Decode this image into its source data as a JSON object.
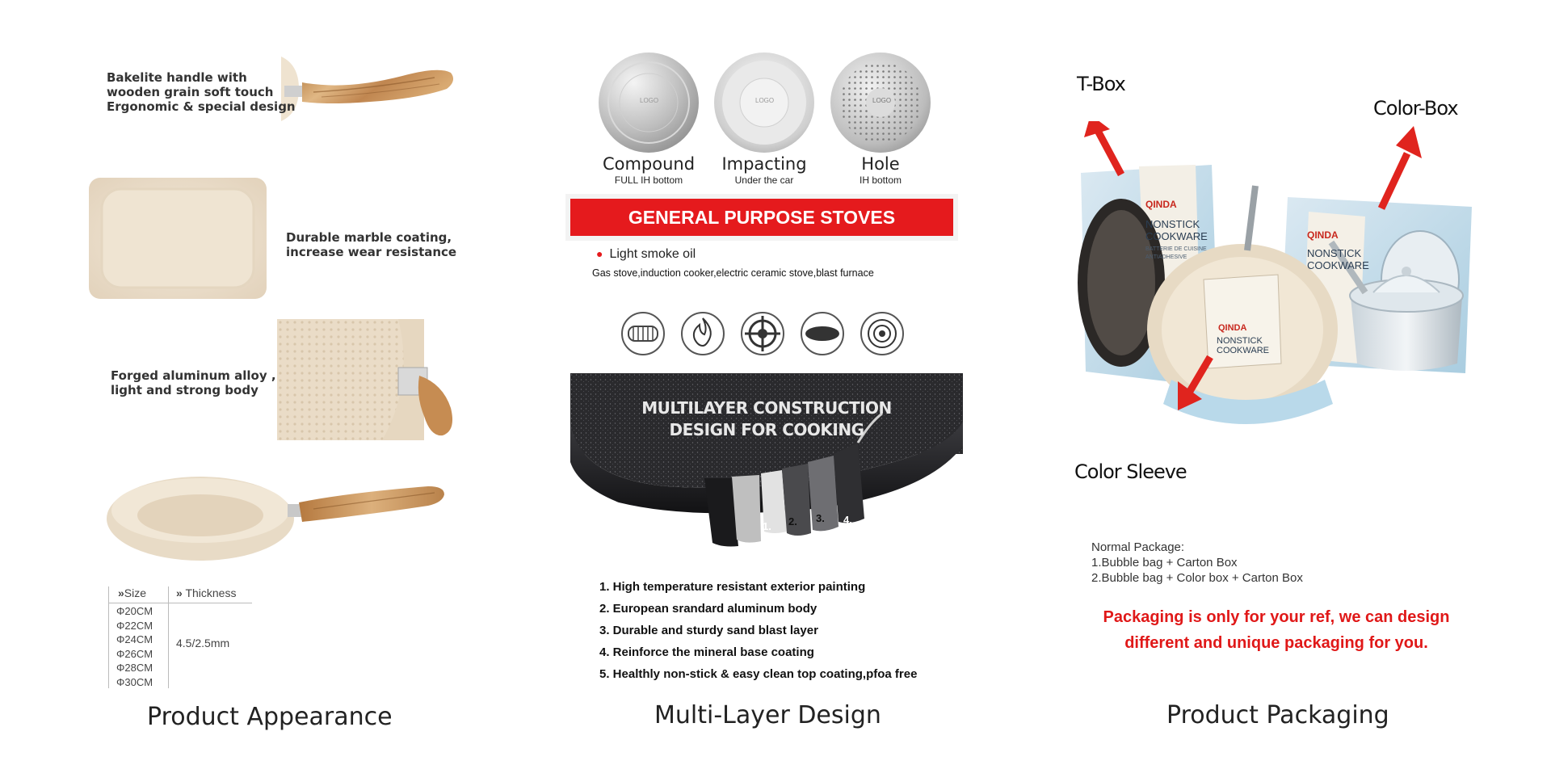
{
  "panels": {
    "appearance": {
      "caption": "Product Appearance",
      "feature_handle": [
        "Bakelite handle with",
        "wooden grain soft touch",
        "Ergonomic & special design"
      ],
      "feature_coating": [
        "Durable marble coating,",
        "increase wear resistance"
      ],
      "feature_body": [
        "Forged aluminum alloy ,",
        "light and strong body"
      ],
      "size_table": {
        "size_header": "Size",
        "thickness_header": "Thickness",
        "sizes": [
          "Φ20CM",
          "Φ22CM",
          "Φ24CM",
          "Φ26CM",
          "Φ28CM",
          "Φ30CM"
        ],
        "thickness": "4.5/2.5mm"
      }
    },
    "multilayer": {
      "caption": "Multi-Layer Design",
      "bottoms": [
        {
          "title": "Compound",
          "sub": "FULL IH bottom",
          "logo": "LOGO"
        },
        {
          "title": "Impacting",
          "sub": "Under the car",
          "logo": "LOGO"
        },
        {
          "title": "Hole",
          "sub": "IH bottom",
          "logo": "LOGO"
        }
      ],
      "banner": "GENERAL PURPOSE STOVES",
      "bullet": "Light smoke oil",
      "stoves": "Gas stove,induction cooker,electric ceramic stove,blast furnace",
      "stove_icons": [
        "induction-coil-icon",
        "gas-flame-icon",
        "gas-burner-icon",
        "electric-plate-icon",
        "ceramic-hob-icon"
      ],
      "construction_title": [
        "MULTILAYER CONSTRUCTION",
        "DESIGN FOR COOKING"
      ],
      "layer_numbers": [
        "1.",
        "2.",
        "3.",
        "4.",
        "5."
      ],
      "layers": [
        "1. High temperature resistant exterior painting",
        "2. European srandard aluminum body",
        "3. Durable and sturdy sand blast layer",
        "4. Reinforce the mineral base coating",
        "5. Healthly non-stick & easy clean top coating,pfoa free"
      ]
    },
    "packaging": {
      "caption": "Product Packaging",
      "labels": {
        "tbox": "T-Box",
        "colorbox": "Color-Box",
        "sleeve": "Color Sleeve"
      },
      "box_brand": "QINDA",
      "box_text": [
        "NONSTICK",
        "COOKWARE"
      ],
      "box_small": [
        "BATTERIE DE CUISINE",
        "ANTIADHESIVE"
      ],
      "normal_package": [
        "Normal Package:",
        "1.Bubble bag + Carton Box",
        "2.Bubble bag + Color box + Carton Box"
      ],
      "red_note": [
        "Packaging is only for your ref, we can design",
        "different and unique packaging for you."
      ]
    }
  },
  "colors": {
    "accent_red": "#e51a1d",
    "cream": "#efe4d2",
    "wood": "#c9935a",
    "dark_pan": "#1f1f22"
  }
}
